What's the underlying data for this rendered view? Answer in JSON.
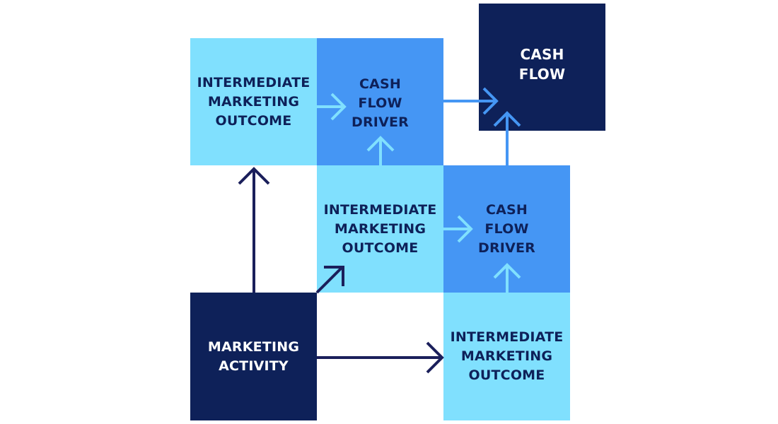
{
  "colors": {
    "light": "#80e0fe",
    "mid": "#4596f4",
    "dark": "#0e2159",
    "dark_text": "#0e2159",
    "arrow_navy": "#1b1f5b",
    "arrow_light": "#80e0fe",
    "arrow_blue": "#4596f4"
  },
  "boxes": {
    "intermediate_1": "INTERMEDIATE\nMARKETING\nOUTCOME",
    "cash_flow_driver_1": "CASH\nFLOW\nDRIVER",
    "cash_flow": "CASH\nFLOW",
    "intermediate_2": "INTERMEDIATE\nMARKETING\nOUTCOME",
    "cash_flow_driver_2": "CASH\nFLOW\nDRIVER",
    "marketing_activity": "MARKETING\nACTIVITY",
    "intermediate_3": "INTERMEDIATE\nMARKETING\nOUTCOME"
  },
  "connections": [
    {
      "from": "marketing_activity",
      "to": "intermediate_1"
    },
    {
      "from": "marketing_activity",
      "to": "intermediate_2"
    },
    {
      "from": "marketing_activity",
      "to": "intermediate_3"
    },
    {
      "from": "intermediate_1",
      "to": "cash_flow_driver_1"
    },
    {
      "from": "intermediate_2",
      "to": "cash_flow_driver_1"
    },
    {
      "from": "intermediate_2",
      "to": "cash_flow_driver_2"
    },
    {
      "from": "intermediate_3",
      "to": "cash_flow_driver_2"
    },
    {
      "from": "cash_flow_driver_1",
      "to": "cash_flow"
    },
    {
      "from": "cash_flow_driver_2",
      "to": "cash_flow"
    }
  ]
}
